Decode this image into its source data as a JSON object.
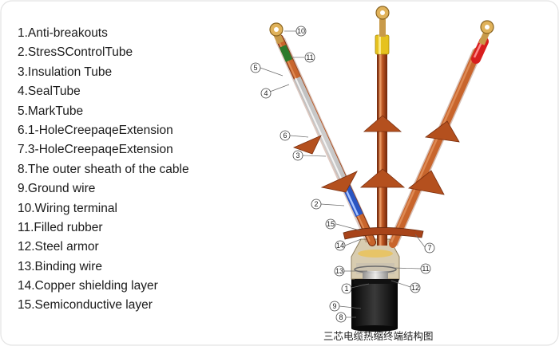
{
  "legend": {
    "items": [
      "1.Anti-breakouts",
      "2.StresSControlTube",
      "3.Insulation Tube",
      "4.SealTube",
      "5.MarkTube",
      "6.1-HoleCreepaqeExtension",
      "7.3-HoleCreepaqeExtension",
      "8.The outer sheath of the cable",
      "9.Ground wire",
      "10.Wiring terminal",
      "11.Filled rubber",
      "12.Steel armor",
      "13.Binding wire",
      "14.Copper shielding layer",
      "15.Semiconductive layer"
    ]
  },
  "callouts": [
    "10",
    "11",
    "5",
    "4",
    "6",
    "3",
    "2",
    "15",
    "14",
    "7",
    "13",
    "11",
    "1",
    "12",
    "9",
    "8"
  ],
  "caption": "三芯电缆热缩终端结构图",
  "colors": {
    "copper": "#b4501e",
    "copper_dark": "#7a2e0e",
    "mark_yellow": "#e6c21e",
    "mark_red": "#d81e1e",
    "mark_green": "#2c7a2c",
    "sheath": "#141414",
    "steel": "#b8b8b8"
  }
}
